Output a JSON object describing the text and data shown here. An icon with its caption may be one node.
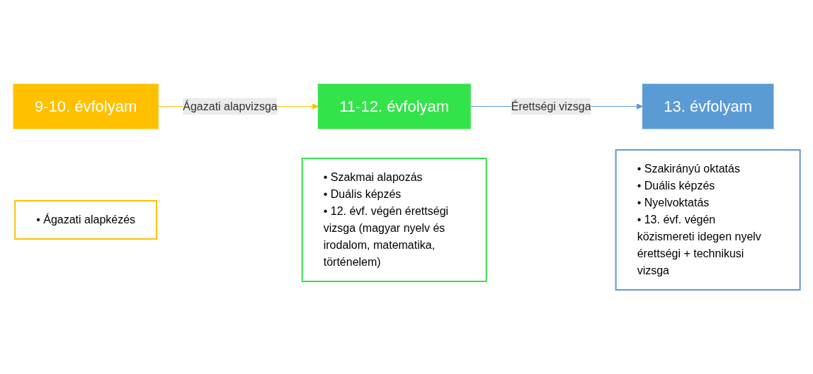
{
  "diagram": {
    "nodes": [
      {
        "text": [
          "9-10. évfolyam"
        ]
      },
      {
        "text": [
          "• Ágazati alapkézés"
        ]
      },
      {
        "text": [
          "11-12. évfolyam"
        ]
      },
      {
        "text": [
          "• Szakmai alapozás",
          "• Duális képzés",
          "• 12. évf. végén érettségi vizsga (magyar nyelv és irodalom, matematika, történelem)"
        ]
      },
      {
        "text": [
          "13. évfolyam"
        ]
      },
      {
        "text": [
          "• Szakirányú oktatás",
          "• Duális képzés",
          "• Nyelvoktatás",
          "• 13. évf. végén közismereti idegen nyelv érettségi + technikusi vizsga"
        ]
      }
    ],
    "edges": [
      {
        "from": 0,
        "to": 2,
        "arrow": "to",
        "label": "Ágazati alapvizsga",
        "color": "#ffc000"
      },
      {
        "from": 2,
        "to": 4,
        "arrow": "to",
        "label": "Érettségi vizsga",
        "color": "#5b9bd5"
      }
    ]
  }
}
